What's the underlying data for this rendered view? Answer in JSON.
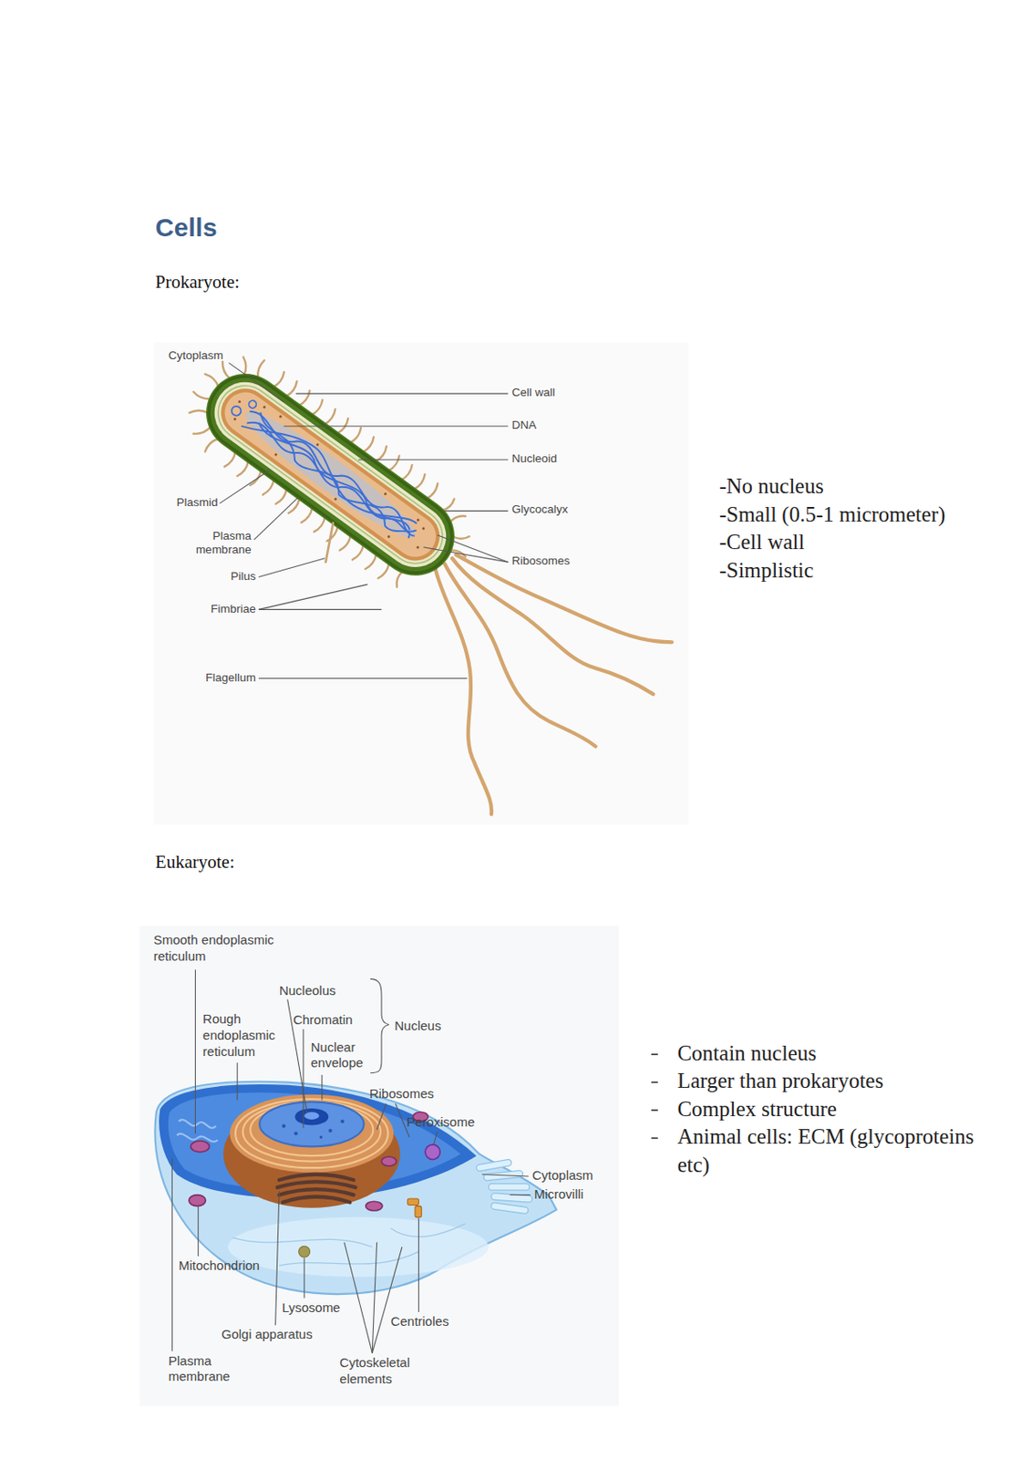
{
  "diagram": {
    "title": "Cells",
    "labels": [
      "Prokaryote:",
      "Cytoplasm",
      "Cell wall",
      "DNA",
      "Nucleoid",
      "Plasmid",
      "Glycocalyx",
      "Plasma membrane",
      "Ribosomes",
      "Pilus",
      "Fimbriae",
      "Flagellum",
      "-No nucleus",
      "-Small (0.5-1 micrometer)",
      "-Cell wall",
      "-Simplistic",
      "Eukaryote:",
      "Smooth endoplasmic reticulum",
      "Nucleolus",
      "Rough endoplasmic reticulum",
      "Chromatin",
      "Nuclear envelope",
      "Nucleus",
      "Ribosomes",
      "Peroxisome",
      "Cytoplasm",
      "Microvilli",
      "Mitochondrion",
      "Lysosome",
      "Centrioles",
      "Golgi apparatus",
      "Plasma membrane",
      "Cytoskeletal elements",
      "Contain nucleus",
      "Larger than prokaryotes",
      "Complex structure",
      "Animal cells: ECM (glycoproteins etc)"
    ]
  }
}
